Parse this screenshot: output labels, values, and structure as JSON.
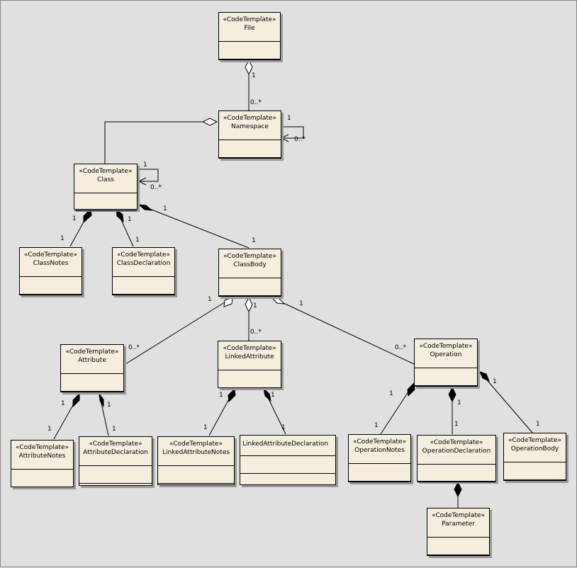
{
  "stereotype": "«CodeTemplate»",
  "classes": {
    "file": {
      "name": "File"
    },
    "namespace": {
      "name": "Namespace"
    },
    "class": {
      "name": "Class"
    },
    "classNotes": {
      "name": "ClassNotes"
    },
    "classDeclaration": {
      "name": "ClassDeclaration"
    },
    "classBody": {
      "name": "ClassBody"
    },
    "attribute": {
      "name": "Attribute"
    },
    "linkedAttribute": {
      "name": "LinkedAttribute"
    },
    "operation": {
      "name": "Operation"
    },
    "attributeNotes": {
      "name": "AttributeNotes"
    },
    "attributeDeclaration": {
      "name": "AttributeDeclaration"
    },
    "linkedAttributeNotes": {
      "name": "LinkedAttributeNotes"
    },
    "linkedAttributeDeclaration": {
      "name": "LinkedAttributeDeclaration"
    },
    "operationNotes": {
      "name": "OperationNotes"
    },
    "operationDeclaration": {
      "name": "OperationDeclaration"
    },
    "operationBody": {
      "name": "OperationBody"
    },
    "parameter": {
      "name": "Parameter"
    }
  },
  "multiplicities": {
    "file_namespace_src": "1",
    "file_namespace_dst": "0..*",
    "namespace_self_src": "1",
    "namespace_self_dst": "0..*",
    "class_self_src": "1",
    "class_self_dst": "0..*",
    "class_notes_src": "1",
    "class_notes_dst": "1",
    "class_decl_src": "1",
    "class_decl_dst": "1",
    "class_body_src": "1",
    "class_body_dst": "1",
    "body_attr_src": "1",
    "body_attr_dst": "0..*",
    "body_linked_src": "1",
    "body_linked_dst": "0..*",
    "body_op_src": "1",
    "body_op_dst": "0..*",
    "attr_notes_src": "1",
    "attr_notes_dst": "1",
    "attr_decl_src": "1",
    "attr_decl_dst": "1",
    "linked_notes_src": "1",
    "linked_notes_dst": "1",
    "linked_decl_src": "1",
    "linked_decl_dst": "1",
    "op_notes_src": "1",
    "op_notes_dst": "1",
    "op_decl_src": "1",
    "op_decl_dst": "1",
    "op_body_src": "1",
    "op_body_dst": "1"
  }
}
